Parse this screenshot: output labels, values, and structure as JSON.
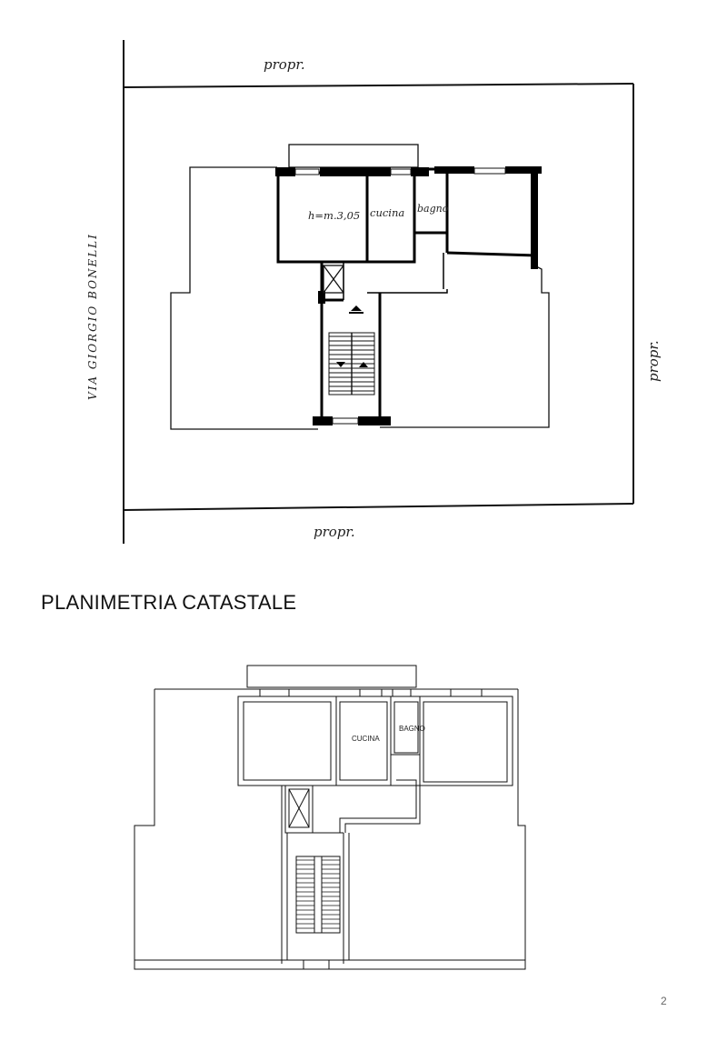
{
  "hand_plan": {
    "label_top": "propr.",
    "label_right": "propr.",
    "label_bottom": "propr.",
    "street_label": "VIA GIORGIO BONELLI",
    "room_height": "h=m.3,05",
    "room_kitchen": "cucina",
    "room_bath": "bagno"
  },
  "section_title": "PLANIMETRIA CATASTALE",
  "cad_plan": {
    "room_kitchen": "CUCINA",
    "room_bath": "BAGNO"
  },
  "page_number": "2"
}
